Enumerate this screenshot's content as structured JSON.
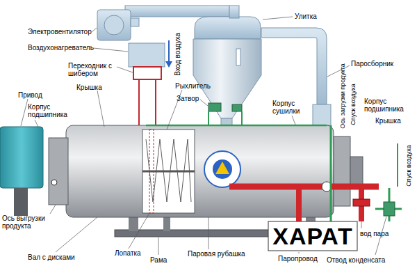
{
  "diagram": {
    "labels": [
      "Улитка",
      "Электровентилятор",
      "Воздухонагреватель",
      "Вход воздуха",
      "Переходник с шибером",
      "Крышка",
      "Привод",
      "Корпус подшипника",
      "Рыхлитель",
      "Затвор",
      "Корпус сушилки",
      "Паросборник",
      "Ось загрузки продукта",
      "Спуск воздуха",
      "Корпус подшипника",
      "Крышка",
      "Спуск воздуха",
      "Ось выгрузки продукта",
      "Вал с дисками",
      "Лопатка",
      "Рама",
      "Паровая рубашка",
      "Паропровод",
      "вод пара",
      "Отвод конденсата",
      "ХАРАТ"
    ]
  }
}
